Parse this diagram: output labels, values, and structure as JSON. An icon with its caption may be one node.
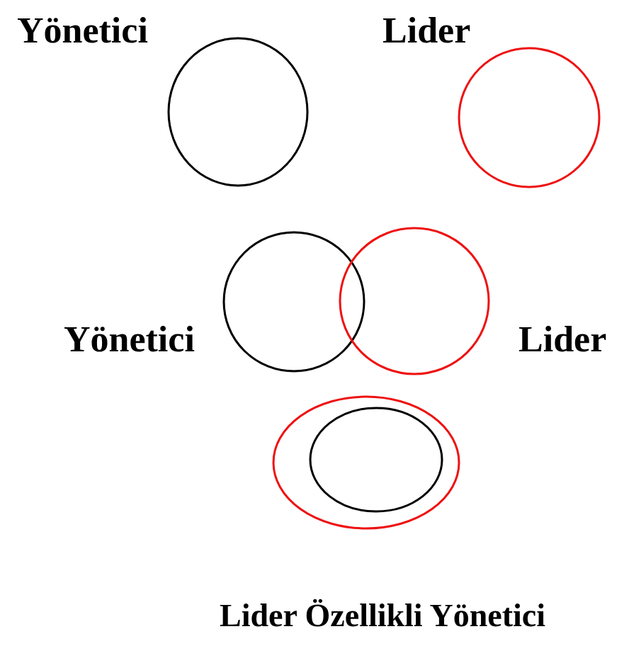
{
  "diagram": {
    "caption": "Lider Özellikli Yönetici",
    "nodes": [
      {
        "text": [
          "Yönetici"
        ]
      },
      {
        "text": [
          "Lider"
        ]
      },
      {
        "text": [
          "Yönetici"
        ]
      },
      {
        "text": [
          "Lider"
        ]
      },
      {
        "text": [],
        "shape": "circle"
      },
      {
        "text": [],
        "shape": "circle",
        "in": 4
      }
    ]
  }
}
